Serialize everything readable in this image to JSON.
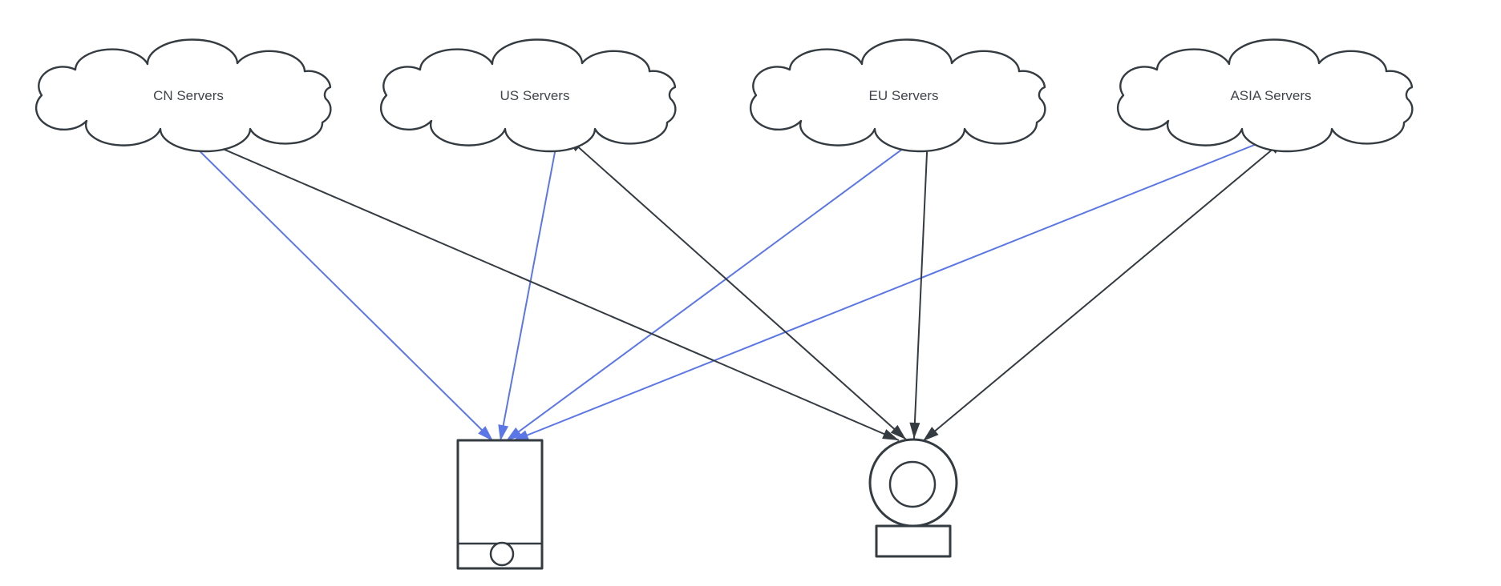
{
  "diagram": {
    "type": "network-topology",
    "nodes": {
      "clouds": [
        {
          "id": "cn",
          "label": "CN Servers"
        },
        {
          "id": "us",
          "label": "US Servers"
        },
        {
          "id": "eu",
          "label": "EU Servers"
        },
        {
          "id": "asia",
          "label": "ASIA Servers"
        }
      ],
      "devices": [
        {
          "id": "mobile-phone",
          "icon": "mobile-phone-icon"
        },
        {
          "id": "camera",
          "icon": "camera-icon"
        }
      ]
    },
    "edges": [
      {
        "from": "mobile-phone",
        "to": "cn",
        "color": "#5b76e7",
        "direction": "bidirectional"
      },
      {
        "from": "mobile-phone",
        "to": "us",
        "color": "#5b76e7",
        "direction": "bidirectional"
      },
      {
        "from": "mobile-phone",
        "to": "eu",
        "color": "#5b76e7",
        "direction": "bidirectional"
      },
      {
        "from": "mobile-phone",
        "to": "asia",
        "color": "#5b76e7",
        "direction": "bidirectional"
      },
      {
        "from": "camera",
        "to": "cn",
        "color": "#343b41",
        "direction": "bidirectional"
      },
      {
        "from": "camera",
        "to": "us",
        "color": "#343b41",
        "direction": "bidirectional"
      },
      {
        "from": "camera",
        "to": "eu",
        "color": "#343b41",
        "direction": "bidirectional"
      },
      {
        "from": "camera",
        "to": "asia",
        "color": "#343b41",
        "direction": "bidirectional"
      }
    ],
    "colors": {
      "mobile_link": "#5b76e7",
      "camera_link": "#343b41",
      "shape_stroke": "#343b41",
      "label_text": "#404549",
      "background": "#ffffff"
    }
  }
}
